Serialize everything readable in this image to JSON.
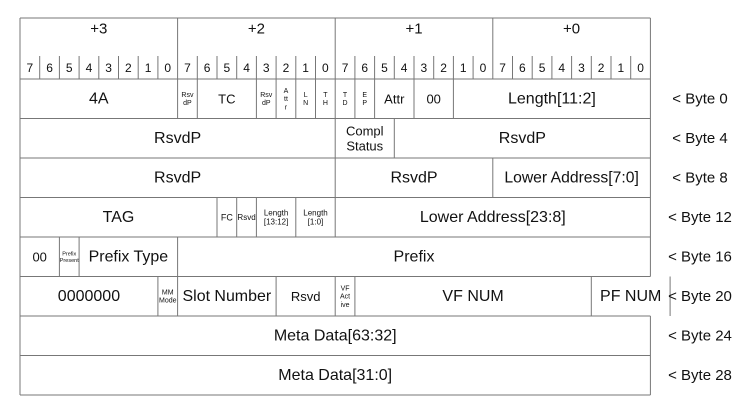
{
  "header": {
    "bytes": [
      "+3",
      "+2",
      "+1",
      "+0"
    ],
    "bit_labels": [
      "7",
      "6",
      "5",
      "4",
      "3",
      "2",
      "1",
      "0"
    ]
  },
  "rows": [
    {
      "label": "< Byte 0",
      "fields": [
        {
          "text": "4A",
          "bits": 8
        },
        {
          "text": "Rsv dP",
          "bits": 1
        },
        {
          "text": "TC",
          "bits": 3
        },
        {
          "text": "Rsv dP",
          "bits": 1
        },
        {
          "text": "A tt r",
          "bits": 1
        },
        {
          "text": "L N",
          "bits": 1
        },
        {
          "text": "T H",
          "bits": 1
        },
        {
          "text": "T D",
          "bits": 1
        },
        {
          "text": "E P",
          "bits": 1
        },
        {
          "text": "Attr",
          "bits": 2
        },
        {
          "text": "00",
          "bits": 2
        },
        {
          "text": "Length[11:2]",
          "bits": 10
        }
      ]
    },
    {
      "label": "< Byte 4",
      "fields": [
        {
          "text": "RsvdP",
          "bits": 16
        },
        {
          "text": "Compl Status",
          "bits": 3
        },
        {
          "text": "RsvdP",
          "bits": 13
        }
      ]
    },
    {
      "label": "< Byte 8",
      "fields": [
        {
          "text": "RsvdP",
          "bits": 16
        },
        {
          "text": "RsvdP",
          "bits": 8
        },
        {
          "text": "Lower Address[7:0]",
          "bits": 8
        }
      ]
    },
    {
      "label": "< Byte 12",
      "fields": [
        {
          "text": "TAG",
          "bits": 10
        },
        {
          "text": "FC",
          "bits": 1
        },
        {
          "text": "Rsvd",
          "bits": 1
        },
        {
          "text": "Length [13:12]",
          "bits": 2
        },
        {
          "text": "Length [1:0]",
          "bits": 2
        },
        {
          "text": "Lower Address[23:8]",
          "bits": 16
        }
      ]
    },
    {
      "label": "< Byte 16",
      "fields": [
        {
          "text": "00",
          "bits": 2
        },
        {
          "text": "Prefix Present",
          "bits": 1
        },
        {
          "text": "Prefix Type",
          "bits": 5
        },
        {
          "text": "Prefix",
          "bits": 24
        }
      ]
    },
    {
      "label": "< Byte 20",
      "fields": [
        {
          "text": "0000000",
          "bits": 7
        },
        {
          "text": "MM Mode",
          "bits": 1
        },
        {
          "text": "Slot Number",
          "bits": 5
        },
        {
          "text": "Rsvd",
          "bits": 3
        },
        {
          "text": "VF Act ive",
          "bits": 1
        },
        {
          "text": "VF NUM",
          "bits": 12
        },
        {
          "text": "PF NUM",
          "bits": 4
        }
      ]
    },
    {
      "label": "< Byte 24",
      "fields": [
        {
          "text": "Meta Data[63:32]",
          "bits": 32
        }
      ]
    },
    {
      "label": "< Byte 28",
      "fields": [
        {
          "text": "Meta Data[31:0]",
          "bits": 32
        }
      ]
    }
  ]
}
